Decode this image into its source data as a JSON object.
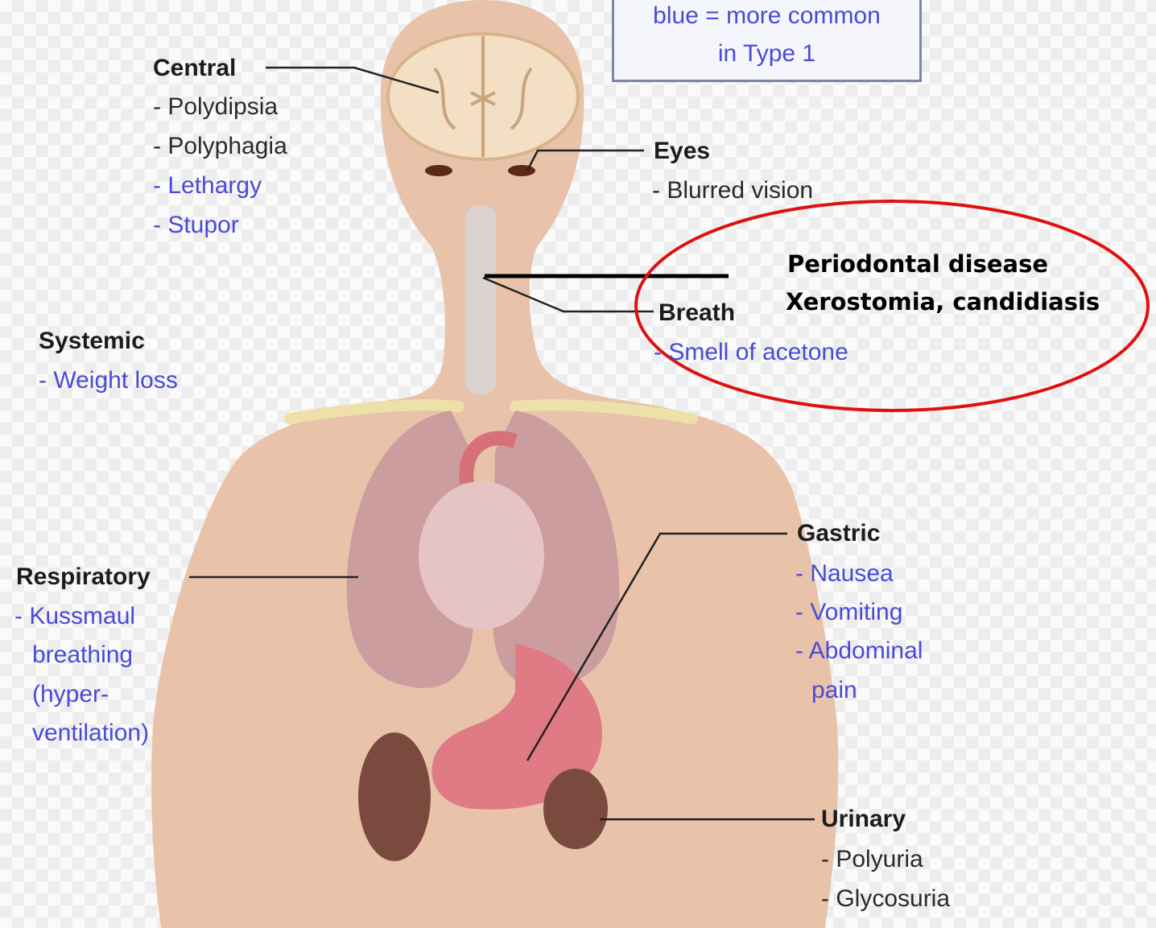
{
  "legend": {
    "line1": "blue = more common",
    "line2": "in Type 1",
    "blue_color": "#4a4ad6"
  },
  "central": {
    "heading": "Central",
    "items": [
      "- Polydipsia",
      "- Polyphagia",
      "- Lethargy",
      "- Stupor"
    ]
  },
  "eyes": {
    "heading": "Eyes",
    "items": [
      "- Blurred vision"
    ]
  },
  "breath": {
    "heading": "Breath",
    "items": [
      "- Smell of acetone"
    ]
  },
  "systemic": {
    "heading": "Systemic",
    "items": [
      "- Weight loss"
    ]
  },
  "respiratory": {
    "heading": "Respiratory",
    "items": [
      "- Kussmaul",
      "breathing",
      "(hyper-",
      "ventilation)"
    ]
  },
  "gastric": {
    "heading": "Gastric",
    "items": [
      "- Nausea",
      "- Vomiting",
      "- Abdominal",
      "pain"
    ]
  },
  "urinary": {
    "heading": "Urinary",
    "items": [
      "- Polyuria",
      "- Glycosuria"
    ]
  },
  "annotation": {
    "line1": "Periodontal disease",
    "line2": "Xerostomia, candidiasis",
    "ellipse_color": "#e01010"
  }
}
